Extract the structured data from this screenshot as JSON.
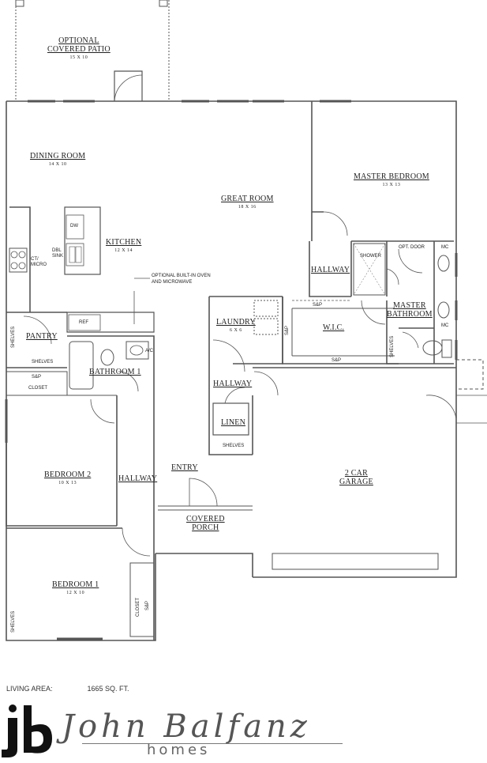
{
  "rooms": {
    "patio": {
      "name": "OPTIONAL COVERED PATIO",
      "line1": "OPTIONAL",
      "line2": "COVERED PATIO",
      "dim": "15 X 10"
    },
    "dining": {
      "name": "DINING ROOM",
      "dim": "14 X 10"
    },
    "great": {
      "name": "GREAT ROOM",
      "dim": "18 X 16"
    },
    "master_bed": {
      "name": "MASTER BEDROOM",
      "dim": "13 X 13"
    },
    "kitchen": {
      "name": "KITCHEN",
      "dim": "12 X 14"
    },
    "hallway_master": {
      "name": "HALLWAY"
    },
    "master_bath": {
      "line1": "MASTER",
      "line2": "BATHROOM"
    },
    "laundry": {
      "name": "LAUNDRY",
      "dim": "6 X 6"
    },
    "wic": {
      "name": "W.I.C."
    },
    "pantry": {
      "name": "PANTRY"
    },
    "bathroom1": {
      "name": "BATHROOM 1"
    },
    "hallway_center": {
      "name": "HALLWAY"
    },
    "linen": {
      "name": "LINEN"
    },
    "bedroom2": {
      "name": "BEDROOM 2",
      "dim": "10 X 13"
    },
    "hallway_left": {
      "name": "HALLWAY"
    },
    "entry": {
      "name": "ENTRY"
    },
    "garage": {
      "line1": "2 CAR",
      "line2": "GARAGE"
    },
    "porch": {
      "line1": "COVERED",
      "line2": "PORCH"
    },
    "bedroom1": {
      "name": "BEDROOM 1",
      "dim": "12 X 10"
    }
  },
  "notes": {
    "dw": "DW",
    "dbl_sink": "DBL SINK",
    "ct_micro": "CT/ MICRO",
    "oven_note_1": "OPTIONAL BUILT-IN OVEN",
    "oven_note_2": "AND MICROWAVE",
    "ref": "REF",
    "shelves_pantry": "SHELVES",
    "shelves_bottom": "SHELVES",
    "sbp_closet": "S&P",
    "closet_left": "CLOSET",
    "shower": "SHOWER",
    "opt_door": "OPT. DOOR",
    "mc1": "MC",
    "mc2": "MC",
    "sbp_wic_top": "S&P",
    "sbp_wic_bottom": "S&P",
    "sbp_wic_side": "S&P",
    "shelves_wic": "SHELVES",
    "shelves_linen": "SHELVES",
    "ac": "A/C",
    "closet_bed1": "CLOSET",
    "sbp_bed1": "S&P",
    "shelves_left": "SHELVES"
  },
  "footer": {
    "living_area_label": "LIVING AREA:",
    "living_area_value": "1665 SQ. FT."
  },
  "brand": {
    "monogram": "jb",
    "name": "John Balfanz",
    "sub": "homes"
  }
}
